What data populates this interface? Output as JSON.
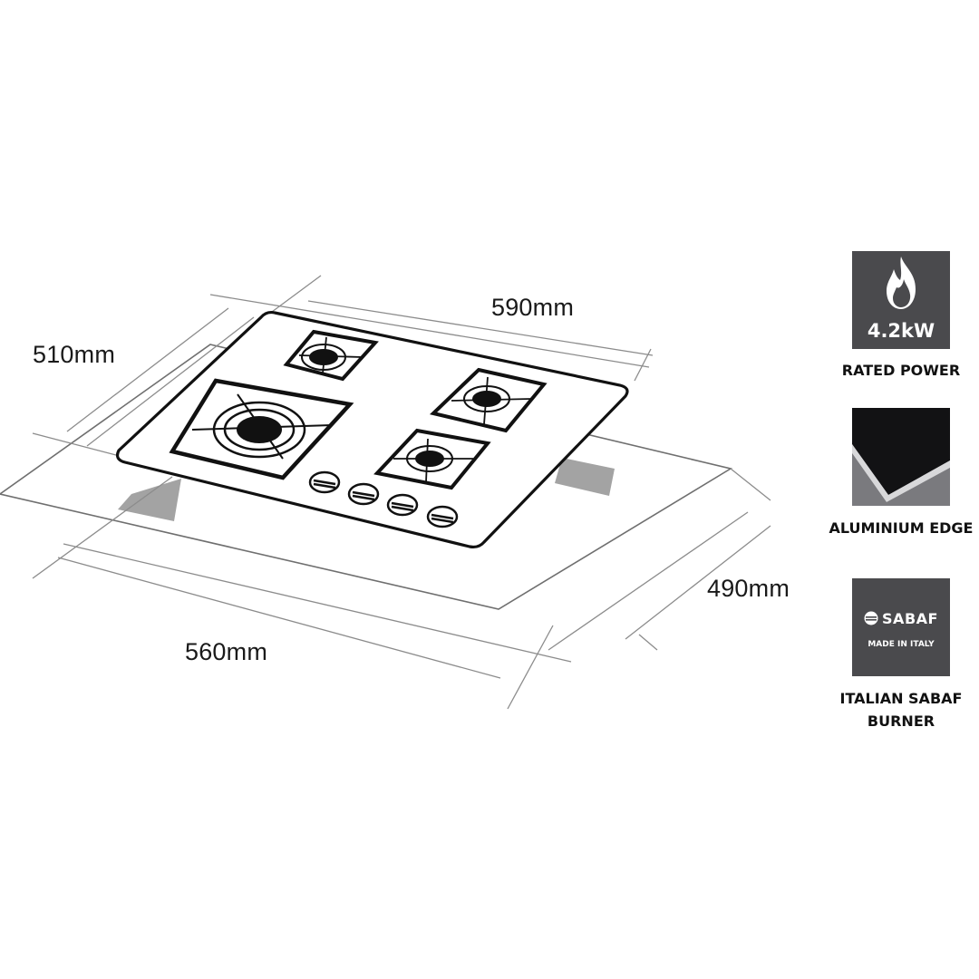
{
  "dimensions": {
    "top_depth": "510mm",
    "top_width": "590mm",
    "cutout_depth": "490mm",
    "cutout_width": "560mm"
  },
  "features": {
    "power": {
      "value": "4.2kW",
      "caption": "RATED POWER",
      "icon": "flame-icon"
    },
    "edge": {
      "caption": "ALUMINIUM EDGE",
      "icon": "aluminium-edge-image"
    },
    "burner": {
      "brand": "SABAF",
      "sub": "MADE IN ITALY",
      "caption": "ITALIAN SABAF BURNER",
      "icon": "sabaf-logo"
    }
  },
  "colors": {
    "badge_bg": "#4a4a4d",
    "line": "#111111",
    "guide": "#888888",
    "shadow": "#9c9c9c"
  }
}
